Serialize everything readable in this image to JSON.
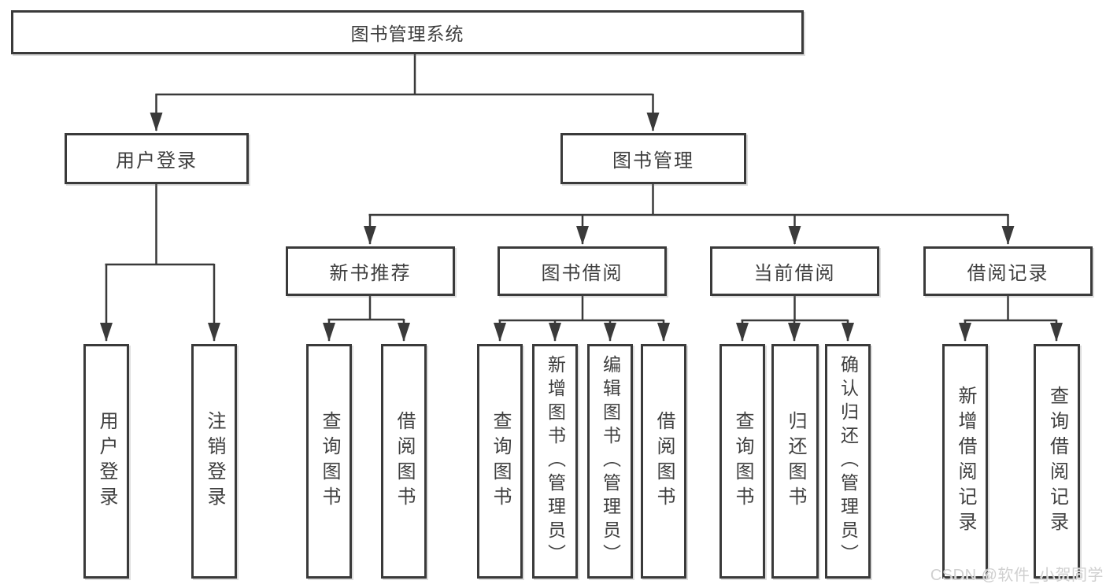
{
  "diagram": {
    "title": "图书管理系统",
    "level2": [
      {
        "label": "用户登录"
      },
      {
        "label": "图书管理"
      }
    ],
    "level3": [
      {
        "label": "新书推荐"
      },
      {
        "label": "图书借阅"
      },
      {
        "label": "当前借阅"
      },
      {
        "label": "借阅记录"
      }
    ],
    "leaves": [
      {
        "label": "用户登录"
      },
      {
        "label": "注销登录"
      },
      {
        "label": "查询图书"
      },
      {
        "label": "借阅图书"
      },
      {
        "label": "查询图书"
      },
      {
        "label": "新增图书（管理员）"
      },
      {
        "label": "编辑图书（管理员）"
      },
      {
        "label": "借阅图书"
      },
      {
        "label": "查询图书"
      },
      {
        "label": "归还图书"
      },
      {
        "label": "确认归还（管理员）"
      },
      {
        "label": "新增借阅记录"
      },
      {
        "label": "查询借阅记录"
      }
    ],
    "watermark": "CSDN @软件_小贺同学",
    "colors": {
      "line": "#3a3a3a",
      "text": "#3f3f3f",
      "box_background": "#ffffff",
      "watermark": "#cecece"
    }
  }
}
